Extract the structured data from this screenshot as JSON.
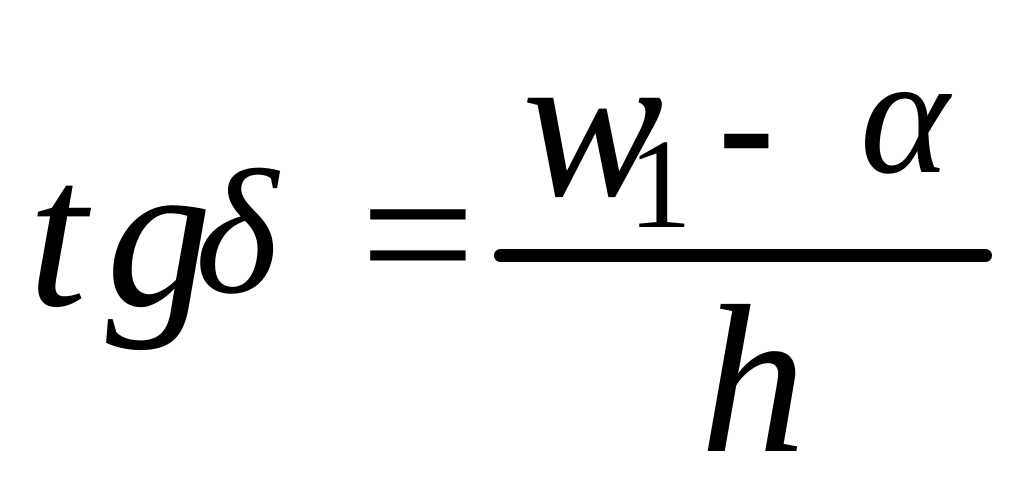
{
  "formula": {
    "lhs": {
      "t": "t",
      "g": "g",
      "delta": "δ"
    },
    "equals": "=",
    "numerator": {
      "w": "w",
      "subscript": "1",
      "minus": "-",
      "alpha": "α"
    },
    "denominator": {
      "h": "h"
    }
  },
  "colors": {
    "background": "#ffffff",
    "ink": "#000000"
  }
}
